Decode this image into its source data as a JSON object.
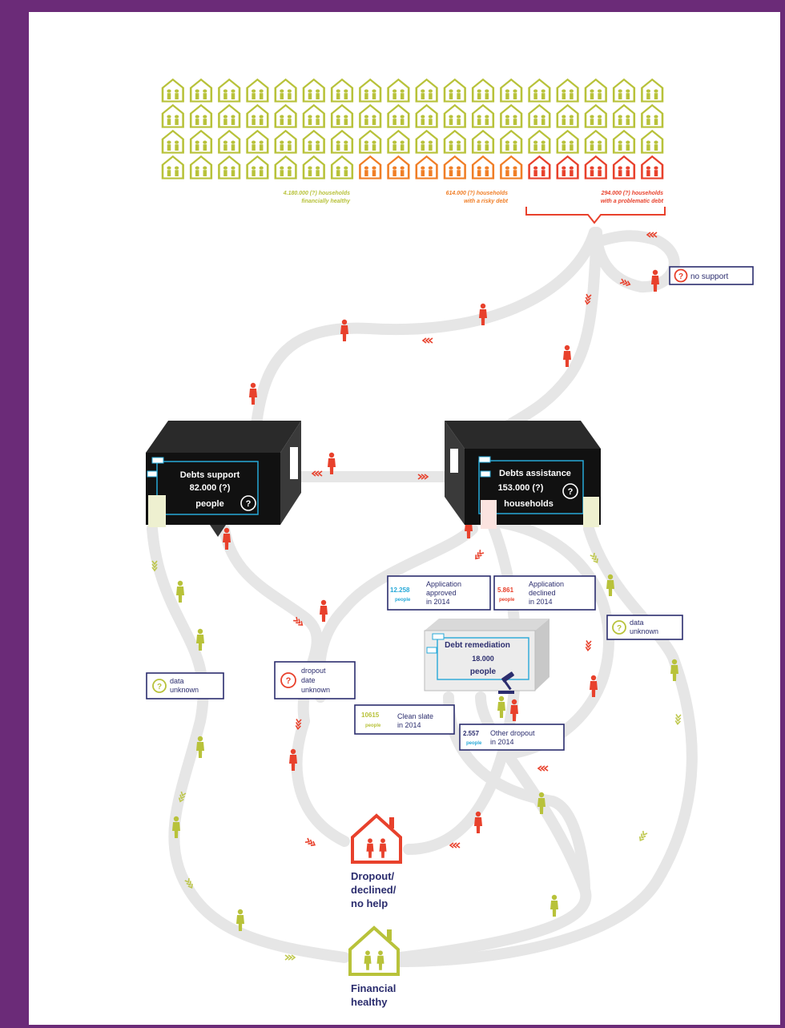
{
  "households": {
    "healthy_label": [
      "4.180.000 (?) households",
      "financially healthy"
    ],
    "risky_label": [
      "614.000 (?) households",
      "with a risky debt"
    ],
    "problem_label": [
      "294.000 (?) households",
      "with a problematic debt"
    ],
    "healthy_color": "#b8c23a",
    "risky_color": "#f07e26",
    "problem_color": "#e8412c"
  },
  "debts_support": {
    "title": "Debts support",
    "count": "82.000 (?)",
    "unit": "people"
  },
  "debts_assistance": {
    "title": "Debts assistance",
    "count": "153.000 (?)",
    "unit": "households"
  },
  "debt_remediation": {
    "title": "Debt remediation",
    "count": "18.000",
    "unit": "people"
  },
  "labels": {
    "no_support": "no support",
    "data_unknown_left": [
      "data",
      "unknown"
    ],
    "data_unknown_right": [
      "data",
      "unknown"
    ],
    "dropout_unknown": [
      "dropout",
      "date",
      "unknown"
    ],
    "approved_num": "12.258",
    "approved_unit": "people",
    "approved_text": [
      "Application",
      "approved",
      "in 2014"
    ],
    "declined_num": "5.861",
    "declined_unit": "people",
    "declined_text": [
      "Application",
      "declined",
      "in 2014"
    ],
    "clean_num": "10615",
    "clean_unit": "people",
    "clean_text": [
      "Clean slate",
      "in 2014"
    ],
    "other_num": "2.557",
    "other_unit": "people",
    "other_text": [
      "Other dropout",
      "in 2014"
    ],
    "dropout_house": [
      "Dropout/",
      "declined/",
      "no help"
    ],
    "healthy_house": [
      "Financial",
      "healthy"
    ]
  },
  "colors": {
    "frame": "#6b2b78",
    "path": "#e6e6e6",
    "red": "#e8412c",
    "lime": "#b8c23a",
    "navy": "#2b2d6e",
    "cyan": "#27a9d8"
  }
}
